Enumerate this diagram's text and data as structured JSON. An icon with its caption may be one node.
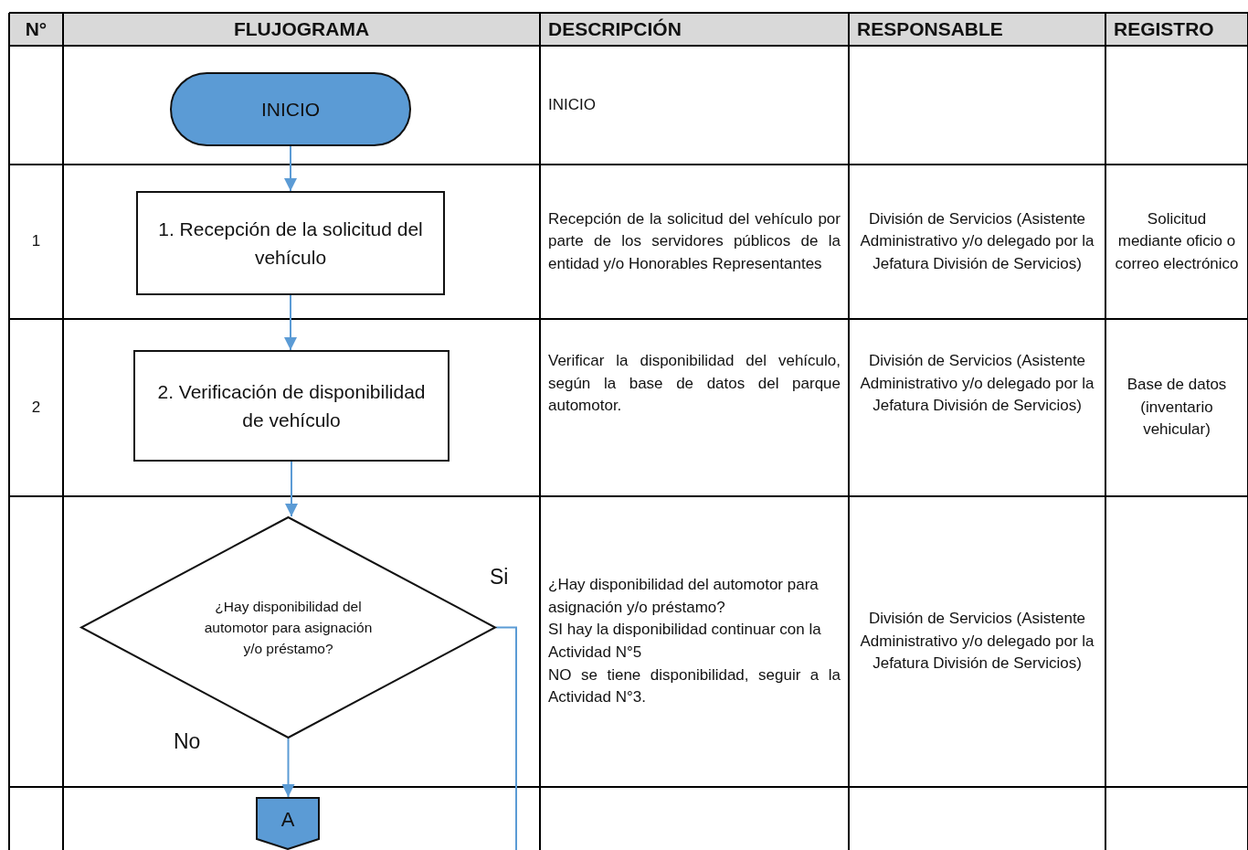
{
  "diagram": {
    "nodes": [
      {
        "text": [
          "INICIO"
        ]
      },
      {
        "text": [
          "1. Recepción de la solicitud del vehículo"
        ]
      },
      {
        "text": [
          "2. Verificación de disponibilidad de vehículo"
        ]
      },
      {
        "text": [
          "¿Hay disponibilidad del automotor para asignación y/o préstamo?"
        ]
      },
      {
        "text": [
          "A"
        ]
      }
    ],
    "edges": [
      {
        "from": 0,
        "to": 1,
        "arrow": "to"
      },
      {
        "from": 1,
        "to": 2,
        "arrow": "to"
      },
      {
        "from": 2,
        "to": 3,
        "arrow": "to"
      },
      {
        "from": 3,
        "to": 4,
        "arrow": "to",
        "label": "No"
      },
      {
        "from": 3,
        "to": null,
        "arrow": "none",
        "label": "Si"
      }
    ],
    "labels": [
      "N°",
      "FLUJOGRAMA",
      "DESCRIPCIÓN",
      "RESPONSABLE",
      "REGISTRO",
      "INICIO",
      "1",
      "Recepción de la solicitud del vehículo por parte de los servidores públicos de la entidad y/o Honorables Representantes",
      "División de Servicios (Asistente Administrativo y/o delegado por la Jefatura División de Servicios)",
      "Solicitud mediante oficio o correo electrónico",
      "2",
      "Verificar la disponibilidad del vehículo, según la base de datos del parque automotor.",
      "División de Servicios (Asistente Administrativo y/o delegado por la Jefatura División de Servicios)",
      "Base de datos (inventario vehicular)",
      "¿Hay disponibilidad del automotor para asignación y/o préstamo?",
      "SI hay la disponibilidad continuar con la Actividad N°5",
      "NO se tiene disponibilidad, seguir a la Actividad N°3.",
      "División de Servicios (Asistente Administrativo y/o delegado por la Jefatura División de Servicios)"
    ]
  }
}
